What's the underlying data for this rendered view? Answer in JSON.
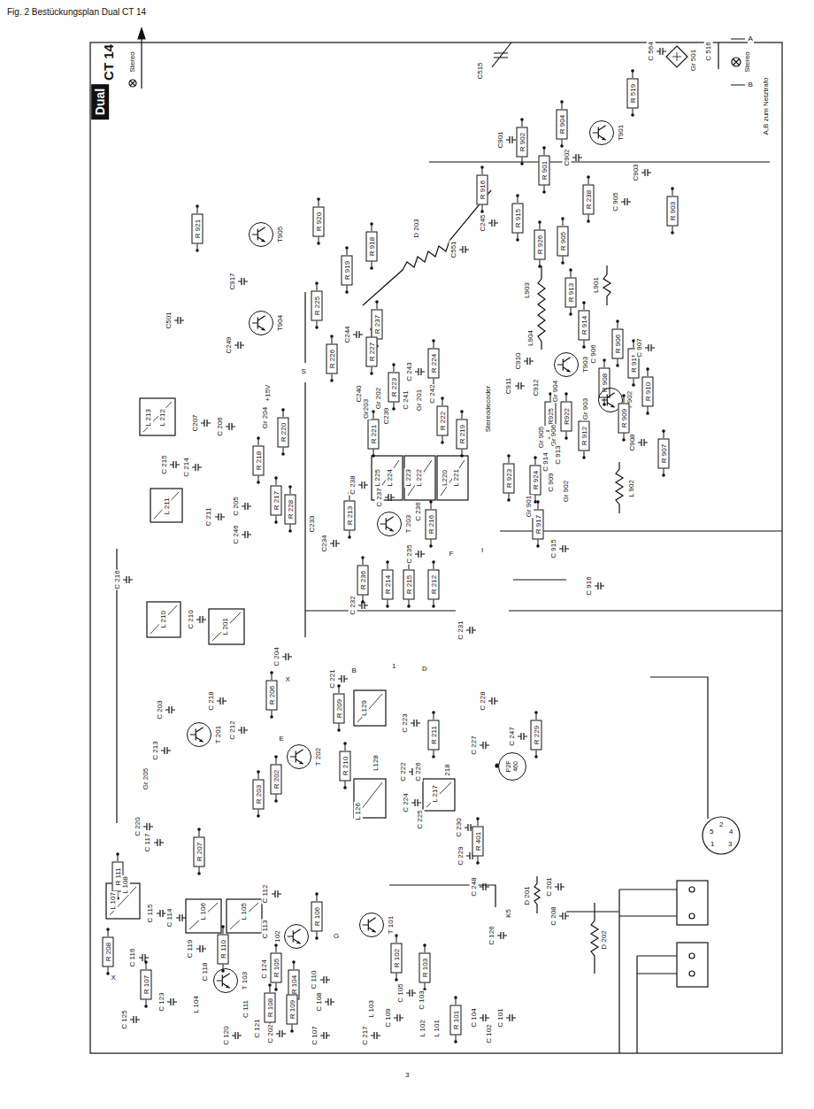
{
  "diagram": {
    "title": "Fig. 2 Bestückungsplan Dual CT 14",
    "nodes": [
      {
        "text": [
          "Dual"
        ]
      },
      {
        "text": [
          "T905"
        ]
      },
      {
        "text": [
          "T904"
        ]
      },
      {
        "text": [
          "R 921"
        ]
      },
      {
        "text": [
          "R 920"
        ]
      },
      {
        "text": [
          "R 919"
        ]
      },
      {
        "text": [
          "R 918"
        ]
      },
      {
        "text": [
          "R 225"
        ]
      },
      {
        "text": [
          "R 237"
        ]
      },
      {
        "text": [
          "R 226"
        ]
      },
      {
        "text": [
          "R 227"
        ]
      },
      {
        "text": [
          "R 224"
        ]
      },
      {
        "text": [
          "R 223"
        ]
      },
      {
        "text": [
          "R 221"
        ]
      },
      {
        "text": [
          "R 222"
        ]
      },
      {
        "text": [
          "R 219"
        ]
      },
      {
        "text": [
          "R 220"
        ]
      },
      {
        "text": [
          "R 218"
        ]
      },
      {
        "text": [
          "R 217"
        ]
      },
      {
        "text": [
          "R 228"
        ]
      },
      {
        "text": [
          "R 213"
        ]
      },
      {
        "text": [
          "T 203"
        ]
      },
      {
        "text": [
          "R 216"
        ]
      },
      {
        "text": [
          "R 236"
        ]
      },
      {
        "text": [
          "R 214"
        ]
      },
      {
        "text": [
          "R 215"
        ]
      },
      {
        "text": [
          "R 212"
        ]
      },
      {
        "text": [
          "R 206"
        ]
      },
      {
        "text": [
          "R 209"
        ]
      },
      {
        "text": [
          "R 211"
        ]
      },
      {
        "text": [
          "T 202"
        ]
      },
      {
        "text": [
          "T 201"
        ]
      },
      {
        "text": [
          "R 210"
        ]
      },
      {
        "text": [
          "R 202"
        ]
      },
      {
        "text": [
          "R 203"
        ]
      },
      {
        "text": [
          "P2F 460"
        ]
      },
      {
        "text": [
          "R 229"
        ]
      },
      {
        "text": [
          "R 401"
        ]
      },
      {
        "text": [
          "R 207"
        ]
      },
      {
        "text": [
          "R 111"
        ]
      },
      {
        "text": [
          "R 106"
        ]
      },
      {
        "text": [
          "102"
        ]
      },
      {
        "text": [
          "T 101"
        ]
      },
      {
        "text": [
          "R 110"
        ]
      },
      {
        "text": [
          "R 105"
        ]
      },
      {
        "text": [
          "R 104"
        ]
      },
      {
        "text": [
          "T 103"
        ]
      },
      {
        "text": [
          "R 102"
        ]
      },
      {
        "text": [
          "R 103"
        ]
      },
      {
        "text": [
          "R 208"
        ]
      },
      {
        "text": [
          "R 107"
        ]
      },
      {
        "text": [
          "R 108"
        ]
      },
      {
        "text": [
          "R 109"
        ]
      },
      {
        "text": [
          "R 101"
        ]
      },
      {
        "text": [
          "R 916"
        ]
      },
      {
        "text": [
          "R 915"
        ]
      },
      {
        "text": [
          "R 926"
        ]
      },
      {
        "text": [
          "R 905"
        ]
      },
      {
        "text": [
          "R 238"
        ]
      },
      {
        "text": [
          "R 903"
        ]
      },
      {
        "text": [
          "R 902"
        ]
      },
      {
        "text": [
          "R 904"
        ]
      },
      {
        "text": [
          "R 901"
        ]
      },
      {
        "text": [
          "T901"
        ]
      },
      {
        "text": [
          "R 519"
        ]
      },
      {
        "text": [
          "R 913"
        ]
      },
      {
        "text": [
          "R 914"
        ]
      },
      {
        "text": [
          "R 906"
        ]
      },
      {
        "text": [
          "R 911"
        ]
      },
      {
        "text": [
          "R 910"
        ]
      },
      {
        "text": [
          "R 907"
        ]
      },
      {
        "text": [
          "T903"
        ]
      },
      {
        "text": [
          "R 908"
        ]
      },
      {
        "text": [
          "T 902"
        ]
      },
      {
        "text": [
          "R922"
        ]
      },
      {
        "text": [
          "R925"
        ]
      },
      {
        "text": [
          "R 909"
        ]
      },
      {
        "text": [
          "R 912"
        ]
      },
      {
        "text": [
          "R 923"
        ]
      },
      {
        "text": [
          "R 924"
        ]
      },
      {
        "text": [
          "R 917"
        ]
      }
    ],
    "labels": [
      "CT 14",
      "Stereo",
      "C917",
      "C501",
      "C249",
      "D 203",
      "C244",
      "C551",
      "C245",
      "C 905",
      "C903",
      "C901",
      "C902",
      "C515",
      "C 564",
      "Gr 501",
      "C 516",
      "A",
      "Stereo",
      "B",
      "A,B zum Netztrafo",
      "L903",
      "L904",
      "L901",
      "C 907",
      "C910",
      "C 906",
      "C911",
      "C912",
      "Gr 904",
      "Gr 903",
      "Gr 906",
      "Gr 905",
      "C908",
      "L 902",
      "C 913",
      "C 914",
      "C 909",
      "Gr 902",
      "Gr 901",
      "C 915",
      "C 916",
      "Stereodecoder",
      "C 243",
      "Gr 202",
      "Gr 201",
      "C 242",
      "C 241",
      "Gr203",
      "C239",
      "C240",
      "L 225",
      "L 224",
      "L 222",
      "L 223",
      "L 221",
      "L220",
      "Gr 204",
      "+15V",
      "S",
      "C207",
      "C 206",
      "L 212",
      "L 213",
      "C 215",
      "C 214",
      "L 211",
      "C 211",
      "C 205",
      "C 246",
      "C 238",
      "C233",
      "C 237",
      "C234",
      "C 236",
      "C 235",
      "F",
      "I",
      "C 232",
      "C 231",
      "C 216",
      "L 210",
      "C 210",
      "L 201",
      "C 218",
      "C 203",
      "C 213",
      "C 212",
      "C 204",
      "X",
      "C 221",
      "L129",
      "B",
      "1",
      "D",
      "L128",
      "C 223",
      "C 228",
      "C 227",
      "C 222",
      "C 226",
      "L 126",
      "L 217",
      "218",
      "C 224",
      "C 225",
      "C 230",
      "C 247",
      "E",
      "Gr 205",
      "C 220",
      "C 117",
      "L 108",
      "L 107",
      "L 106",
      "L 105",
      "C 112",
      "G",
      "C 113",
      "C 114",
      "C 115",
      "C 119",
      "C 118",
      "C 124",
      "C 110",
      "C 116",
      "X",
      "C 125",
      "C 123",
      "L 104",
      "C 111",
      "C 121",
      "C 108",
      "C 120",
      "C 202",
      "C 107",
      "L 103",
      "C 217",
      "C 105",
      "C 103",
      "C 109",
      "L 102",
      "L 101",
      "C 126",
      "C 104",
      "C 102",
      "C 101",
      "C 229",
      "C 248",
      "K5",
      "D 201",
      "C 201",
      "C 208",
      "D 202",
      "2",
      "5",
      "4",
      "1",
      "3",
      "3"
    ]
  }
}
